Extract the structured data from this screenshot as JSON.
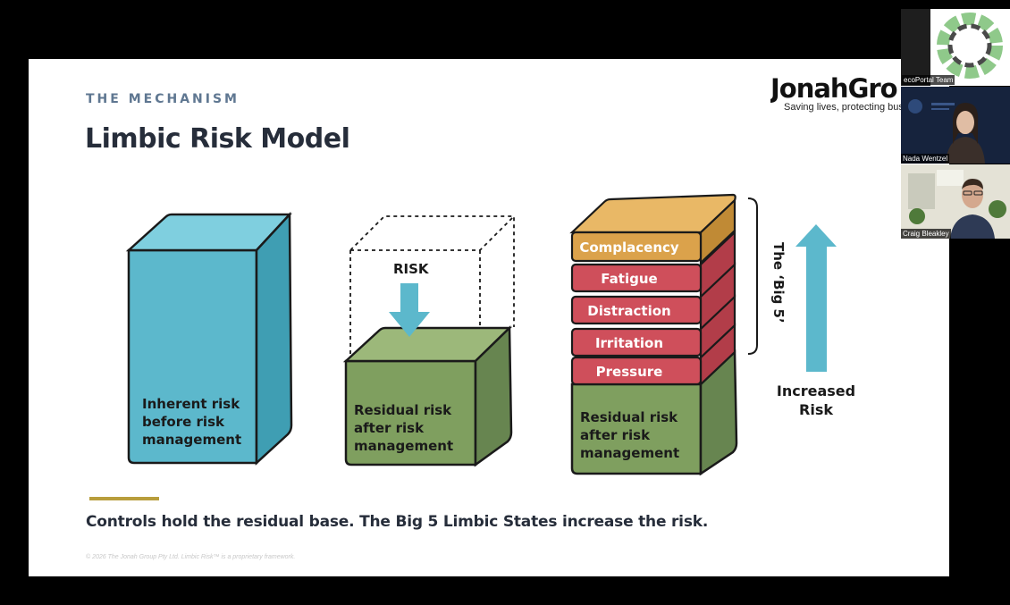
{
  "slide": {
    "eyebrow": "THE MECHANISM",
    "title": "Limbic Risk Model",
    "logo_name": "JonahGro",
    "logo_tagline": "Saving lives, protecting busi",
    "caption": "Controls hold the residual base. The Big 5 Limbic States increase the risk.",
    "copyright": "© 2026 The Jonah Group Pty Ltd. Limbic Risk™ is a proprietary framework."
  },
  "diagram": {
    "inherent_lines": [
      "Inherent risk",
      "before risk",
      "management"
    ],
    "risk_label": "RISK",
    "residual_lines": [
      "Residual risk",
      "after risk",
      "management"
    ],
    "states": [
      "Complacency",
      "Fatigue",
      "Distraction",
      "Irritation",
      "Pressure"
    ],
    "big5_label": "The ‘Big 5’",
    "increased_lines": [
      "Increased",
      "Risk"
    ],
    "colors": {
      "blue": "#5cb8cc",
      "green": "#7f9f5f",
      "red": "#cf4f5b",
      "orange": "#dba24b",
      "accent": "#b89d3c"
    }
  },
  "participants": [
    {
      "name": "ecoPortal Team"
    },
    {
      "name": "Nada Wentzel"
    },
    {
      "name": "Craig Bleakley"
    }
  ]
}
